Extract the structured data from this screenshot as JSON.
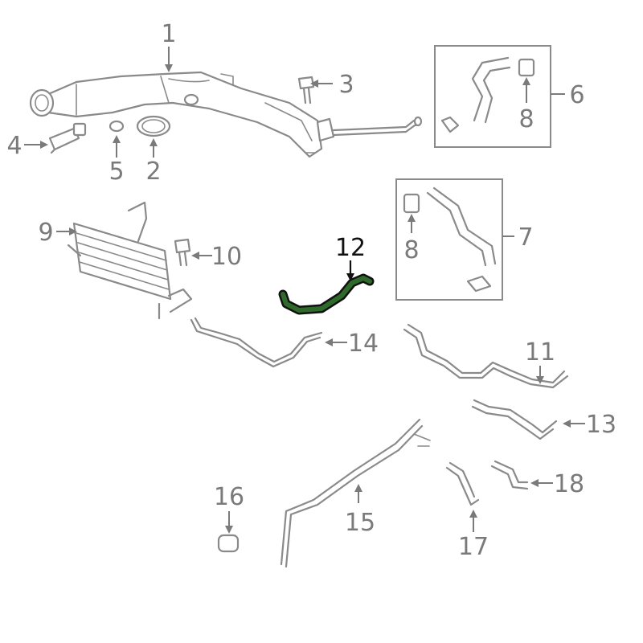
{
  "diagram": {
    "highlight_color": "#2e6b2a",
    "part_color": "#8a8a8a",
    "label_color": "#7a7a7a",
    "callouts": {
      "c1": "1",
      "c2": "2",
      "c3": "3",
      "c4": "4",
      "c5": "5",
      "c6": "6",
      "c7": "7",
      "c8a": "8",
      "c8b": "8",
      "c9": "9",
      "c10": "10",
      "c11": "11",
      "c12": "12",
      "c13": "13",
      "c14": "14",
      "c15": "15",
      "c16": "16",
      "c17": "17",
      "c18": "18"
    },
    "highlighted_part": "12"
  }
}
